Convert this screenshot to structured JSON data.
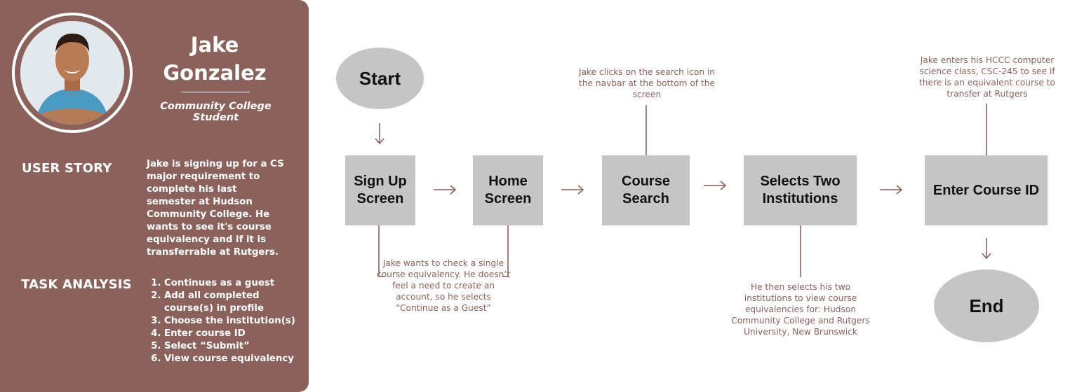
{
  "persona": {
    "name": "Jake\nGonzalez",
    "role": "Community College Student",
    "user_story_heading": "USER STORY",
    "user_story": "Jake is signing up for a CS major requirement to complete his last semester at Hudson Community College. He wants to see it's course equivalency and if it is transferrable at Rutgers.",
    "task_analysis_heading": "TASK ANALYSIS",
    "tasks": [
      "Continues as a guest",
      "Add all completed course(s) in profile",
      "Choose the institution(s)",
      "Enter course ID",
      "Select “Submit”",
      "View course equivalency"
    ]
  },
  "flow": {
    "start": "Start",
    "end": "End",
    "steps": [
      "Sign Up Screen",
      "Home Screen",
      "Course Search",
      "Selects Two Institutions",
      "Enter Course ID"
    ],
    "notes": {
      "guest": "Jake wants to check a single course equivalency. He doesn’t feel a need to create an account, so he selects “Continue as a Guest”",
      "search": "Jake clicks on the search icon in the navbar at the bottom of the screen",
      "institutions": "He then selects his two institutions to view course equivalencies for: Hudson Community College and Rutgers University, New Brunswick",
      "course_id": "Jake enters his HCCC computer science class, CSC-245 to see if there is an equivalent course to transfer at Rutgers"
    }
  },
  "colors": {
    "panel": "#8a625b",
    "node": "#c5c5c5",
    "connector": "#8a625b"
  }
}
